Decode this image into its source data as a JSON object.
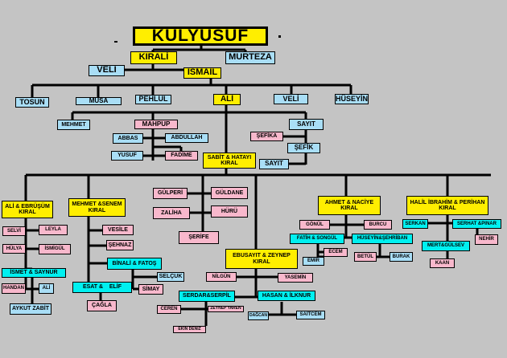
{
  "title": "KULYUSUF",
  "gen1": {
    "kirali": "KIRALİ",
    "murteza": "MURTEZA"
  },
  "gen2": {
    "veli": "VELİ",
    "ismail": "İSMAİL"
  },
  "gen3": [
    "TOSUN",
    "MUSA",
    "PEHLÜL",
    "ALİ",
    "VELİ",
    "HÜSEYİN"
  ],
  "mehmet": "MEHMET",
  "mahpup": {
    "name": "MAHPUP",
    "abbas": "ABBAS",
    "abdullah": "ABDULLAH",
    "yusuf": "YUSUF",
    "fadime": "FADİME"
  },
  "sayit_group": {
    "sayit": "SAYIT",
    "sefika": "ŞEFİKA",
    "sefik": "ŞEFİK",
    "sayit2": "SAYIT"
  },
  "sabit": "SABİT & HATAYI KIRAL",
  "middle": {
    "gulperi": "GÜLPERİ",
    "guldane": "GÜLDANE",
    "zaliha": "ZALİHA",
    "huru": "HÜRÜ",
    "serife": "ŞERİFE"
  },
  "ali_group": {
    "head": "ALİ & EBRÜŞÜM KIRAL",
    "selvi": "SELVİ",
    "leyla": "LEYLA",
    "hulya": "HÜLYA",
    "ismigul": "İSMİGÜL",
    "ismet": "İSMET & SAYNUR",
    "handan": "HANDAN",
    "ali": "ALİ",
    "aykut": "AYKUT ZABİT"
  },
  "mehmet_group": {
    "head": "MEHMET &SENEM KIRAL",
    "vesile": "VESİLE",
    "sehnaz": "ŞEHNAZ",
    "binali": "BİNALİ & FATOŞ",
    "selcuk": "SELÇUK",
    "simay": "SİMAY",
    "esat": "ESAT &    ELİF",
    "cagla": "ÇAĞLA"
  },
  "ebusayit_group": {
    "head": "EBUSAYIT & ZEYNEP KIRAL",
    "nilgun": "NİLGÜN",
    "yasemin": "YASEMİN",
    "serdar": "SERDAR&SERPİL",
    "hasan": "HASAN & İLKNUR",
    "ceren": "CEREN",
    "zeynep": "ZEYNEP YAREN",
    "dagcan": "DAĞCAN",
    "saitcem": "SAİTCEM",
    "ekin": "EKİN DENİZ"
  },
  "ahmet_group": {
    "head": "AHMET & NACİYE KIRAL",
    "gonul": "GÖNÜL",
    "burcu": "BURCU",
    "fatih": "FATİH & SONGÜL",
    "huseyin": "HÜSEYİN&ŞEHRİBAN",
    "emir": "EMİR",
    "ecem": "ECEM",
    "betul": "BETÜL",
    "burak": "BURAK"
  },
  "halil_group": {
    "head": "HALİL İBRAHİM & PERİHAN KIRAL",
    "serkan": "SERKAN",
    "serhat": "SERHAT &PINAR",
    "nehir": "NEHİR",
    "mert": "MERT&GÜLSEV",
    "kaan": "KAAN"
  },
  "colors": {
    "background": "#c4c4c4",
    "yellow": "#ffee00",
    "blue": "#a9def6",
    "pink": "#f8b8cc",
    "cyan": "#00f0f0"
  }
}
